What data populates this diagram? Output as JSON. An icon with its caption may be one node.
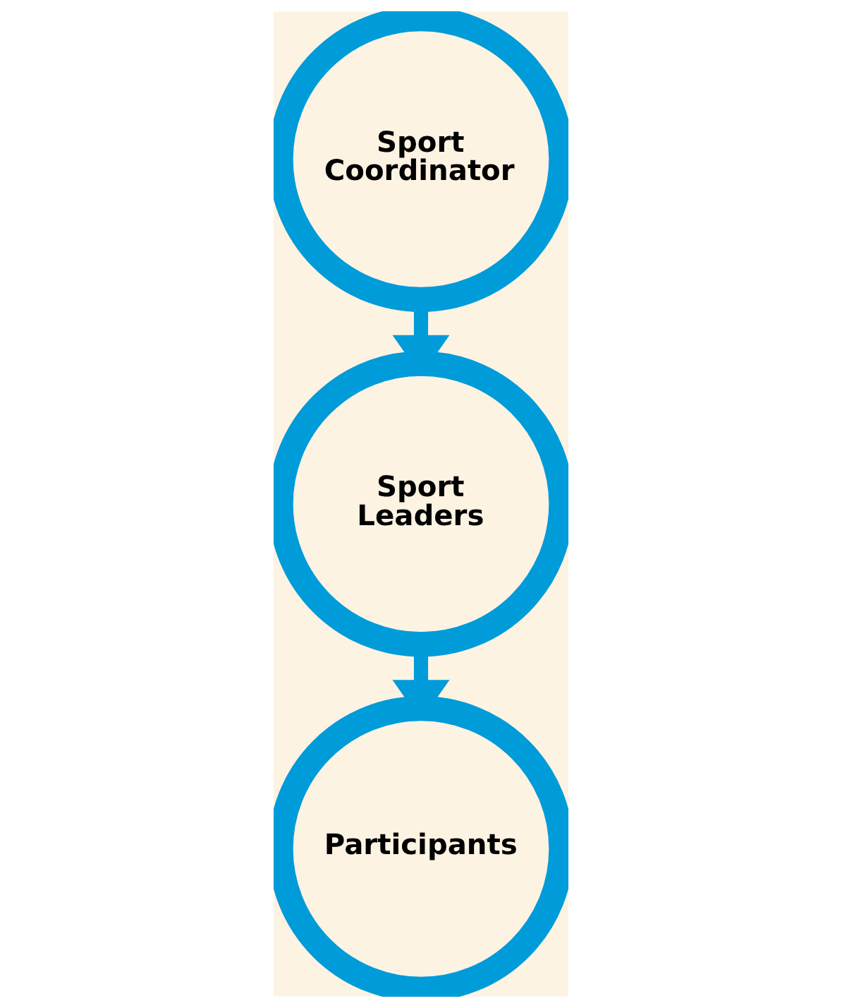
{
  "diagram": {
    "nodes": [
      {
        "text": [
          "Sport Coordinator"
        ]
      },
      {
        "text": [
          "Sport Leaders"
        ]
      },
      {
        "text": [
          "Participants"
        ]
      }
    ],
    "edges": [
      {
        "from": 0,
        "to": 1,
        "arrow": "to"
      },
      {
        "from": 1,
        "to": 2,
        "arrow": "to"
      }
    ]
  }
}
